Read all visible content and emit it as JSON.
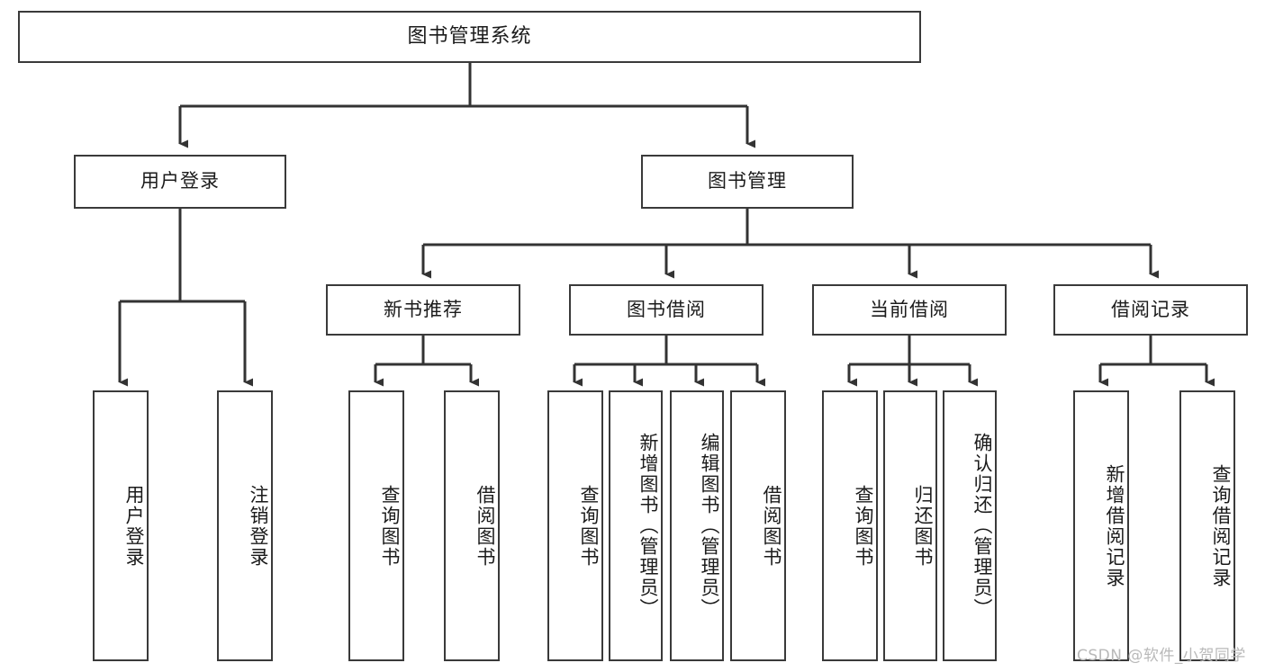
{
  "diagram": {
    "type": "tree-hierarchy",
    "title": "图书管理系统",
    "orientation": "top-down",
    "colors": {
      "box_border": "#3a3a3a",
      "box_fill": "#ffffff",
      "line": "#333333",
      "text": "#1b1b1b",
      "watermark": "#b9b9b9",
      "background": "#ffffff"
    },
    "root": {
      "label": "图书管理系统"
    },
    "level2": [
      {
        "label": "用户登录"
      },
      {
        "label": "图书管理"
      }
    ],
    "level3": [
      {
        "label": "新书推荐"
      },
      {
        "label": "图书借阅"
      },
      {
        "label": "当前借阅"
      },
      {
        "label": "借阅记录"
      }
    ],
    "leaves": {
      "user_login": [
        {
          "label": "用户登录"
        },
        {
          "label": "注销登录"
        }
      ],
      "new_book_recommend": [
        {
          "label": "查询图书"
        },
        {
          "label": "借阅图书"
        }
      ],
      "book_borrow": [
        {
          "label": "查询图书"
        },
        {
          "label": "新增图书（管理员）"
        },
        {
          "label": "编辑图书（管理员）"
        },
        {
          "label": "借阅图书"
        }
      ],
      "current_borrow": [
        {
          "label": "查询图书"
        },
        {
          "label": "归还图书"
        },
        {
          "label": "确认归还（管理员）"
        }
      ],
      "borrow_record": [
        {
          "label": "新增借阅记录"
        },
        {
          "label": "查询借阅记录"
        }
      ]
    }
  },
  "watermark": {
    "text": "CSDN @软件_小贺同学"
  }
}
